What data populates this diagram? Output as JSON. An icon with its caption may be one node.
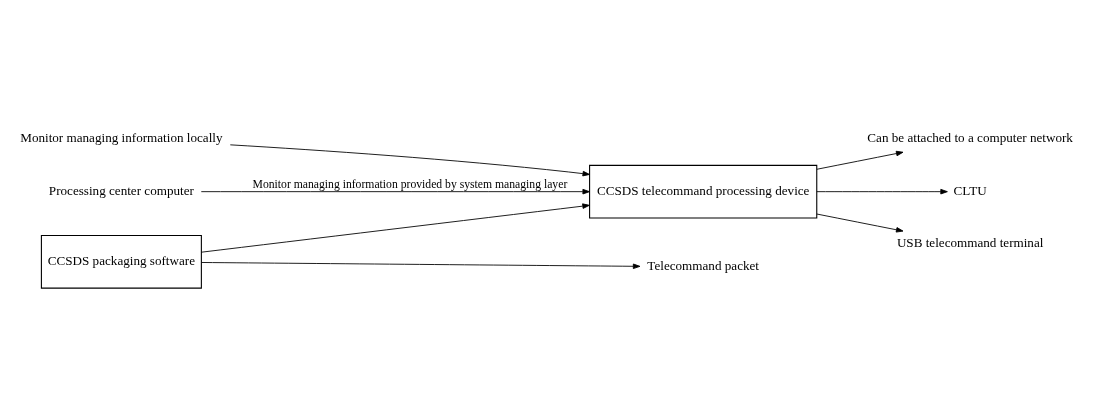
{
  "diagram": {
    "nodes": [
      {
        "text": [
          "Processing center computer"
        ]
      },
      {
        "text": [
          "CCSDS packaging software"
        ]
      },
      {
        "text": [
          "Telecommand packet"
        ]
      },
      {
        "text": [
          "CCSDS telecommand processing device"
        ]
      },
      {
        "text": [
          "Can be attached to a computer network"
        ]
      },
      {
        "text": [
          "CLTU"
        ]
      },
      {
        "text": [
          "USB telecommand terminal"
        ]
      },
      {
        "text": [
          "Monitor managing information locally"
        ]
      }
    ],
    "edges": [
      {
        "from": 1,
        "to": 3,
        "arrow": "to"
      },
      {
        "from": 1,
        "to": 2,
        "arrow": "to"
      },
      {
        "from": 3,
        "to": 4,
        "arrow": "to"
      },
      {
        "from": 3,
        "to": 5,
        "arrow": "to"
      },
      {
        "from": 3,
        "to": 6,
        "arrow": "to"
      },
      {
        "from": 0,
        "to": 3,
        "arrow": "to",
        "label": "Monitor managing information provided by system managing layer"
      },
      {
        "from": 7,
        "to": 3,
        "arrow": "to"
      }
    ]
  }
}
